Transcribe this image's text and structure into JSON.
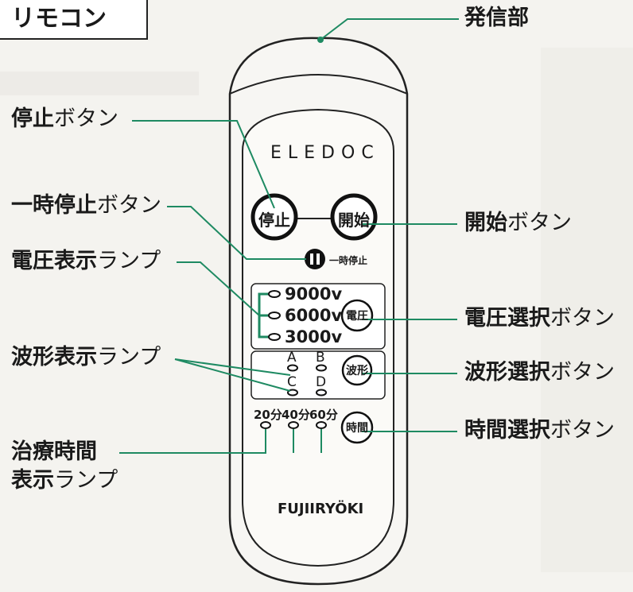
{
  "title": "リモコン",
  "callouts": {
    "transmitter": "発信部",
    "stop_bold": "停止",
    "stop_suffix": "ボタン",
    "pause_bold": "一時停止",
    "pause_suffix": "ボタン",
    "voltage_display_bold": "電圧表示",
    "voltage_display_suffix": "ランプ",
    "waveform_display_bold": "波形表示",
    "waveform_display_suffix": "ランプ",
    "time_display_line1": "治療時間",
    "time_display_line2_bold": "表示",
    "time_display_line2_suffix": "ランプ",
    "start_bold": "開始",
    "start_suffix": "ボタン",
    "voltage_select_bold": "電圧選択",
    "voltage_select_suffix": "ボタン",
    "waveform_select_bold": "波形選択",
    "waveform_select_suffix": "ボタン",
    "time_select_bold": "時間選択",
    "time_select_suffix": "ボタン"
  },
  "remote": {
    "brand": "ELEDOC",
    "maker": "FUJIIRYÖKI",
    "stop_button": "停止",
    "start_button": "開始",
    "pause_label": "一時停止",
    "voltage_levels": [
      "9000v",
      "6000v",
      "3000v"
    ],
    "voltage_button": "電圧",
    "waveforms": [
      "A",
      "B",
      "C",
      "D"
    ],
    "waveform_button": "波形",
    "times": [
      "20分",
      "40分",
      "60分"
    ],
    "time_button": "時間"
  },
  "colors": {
    "leader_line": "#1e8a62",
    "background": "#f4f3ef",
    "outline": "#222222"
  }
}
